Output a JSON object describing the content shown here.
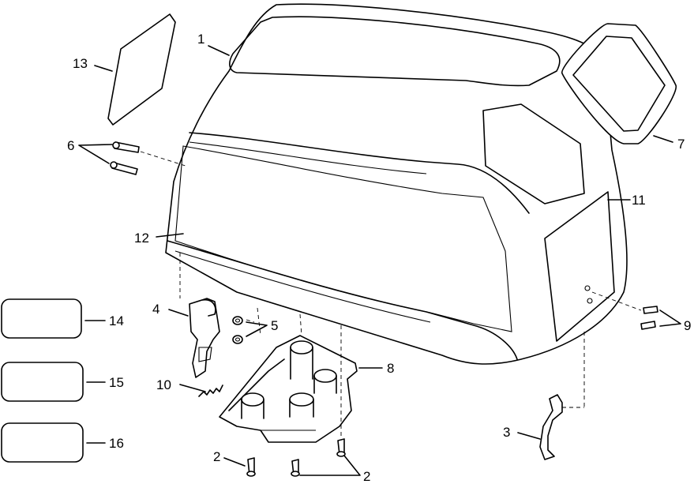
{
  "callouts": {
    "c1": "1",
    "c2a": "2",
    "c2b": "2",
    "c3": "3",
    "c4": "4",
    "c5": "5",
    "c6": "6",
    "c7": "7",
    "c8": "8",
    "c9": "9",
    "c10": "10",
    "c11": "11",
    "c12": "12",
    "c13": "13",
    "c14": "14",
    "c15": "15",
    "c16": "16"
  }
}
